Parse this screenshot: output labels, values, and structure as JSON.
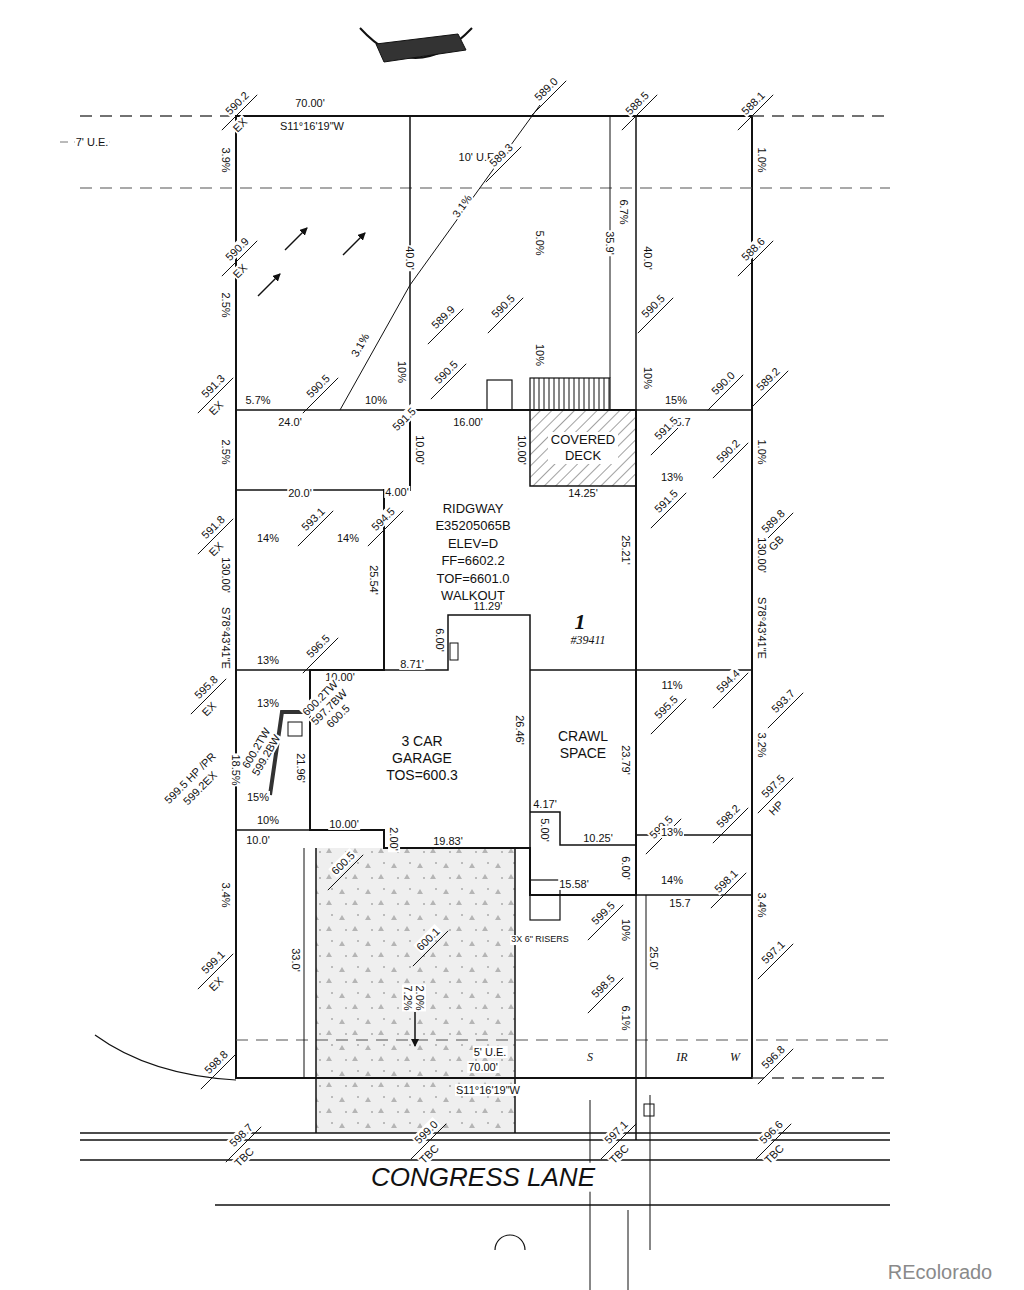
{
  "diagram": {
    "nodes": [
      {
        "text": [
          "RIDGWAY E35205065B ELEV=D FF=6602.2 TOF=6601.0 WALKOUT"
        ]
      },
      {
        "text": [
          "COVERED DECK"
        ]
      },
      {
        "text": [
          "3 CAR GARAGE",
          "TOS=600.3"
        ]
      },
      {
        "text": [
          "CRAWL SPACE"
        ]
      }
    ],
    "labels": [
      "590.2",
      "EX",
      "70.00'",
      "S11°16'19\"W",
      "589.0",
      "588.5",
      "588.1",
      "7' U.E.",
      "10' U.E.",
      "589.3",
      "3.9%",
      "1.0%",
      "3.1%",
      "3.1%",
      "5.0%",
      "35.9'",
      "40.0'",
      "6.7%",
      "40.0'",
      "590.9",
      "EX",
      "588.6",
      "2.5%",
      "589.9",
      "590.5",
      "590.5",
      "591.5",
      "590.5",
      "590.5",
      "10%",
      "10%",
      "10%",
      "5.7%",
      "10%",
      "24.0'",
      "16.00'",
      "15%",
      "15.7",
      "590.0",
      "589.2",
      "591.3",
      "EX",
      "591.5",
      "2.5%",
      "1.0%",
      "10.00'",
      "10.00'",
      "13%",
      "590.2",
      "591.5",
      "20.0'",
      "4.00'",
      "14.25'",
      "589.8",
      "GB",
      "591.8",
      "EX",
      "593.1",
      "594.5",
      "14%",
      "14%",
      "25.54'",
      "25.21'",
      "130.00'",
      "S78°43'41\"E",
      "130.00'",
      "S78°43'41\"E",
      "11.29'",
      "6.00'",
      "1",
      "#39411",
      "596.5",
      "595.8",
      "EX",
      "13%",
      "10.00'",
      "8.71'",
      "11%",
      "594.4",
      "593.7",
      "595.5",
      "26.46'",
      "3.2%",
      "23.79'",
      "13%",
      "600.2TW",
      "597.7BW",
      "600.5",
      "21.96'",
      "600.2TW",
      "599.2BW",
      "18.5%",
      "599.5 HP /PR",
      "599.2EX",
      "15%",
      "10%",
      "10.0'",
      "10.00'",
      "2.00'",
      "19.83'",
      "4.17'",
      "5.00'",
      "10.25'",
      "599.5",
      "13%",
      "598.2",
      "597.5",
      "HP",
      "600.5",
      "6.00'",
      "15.58'",
      "14%",
      "598.1",
      "15.7",
      "3.4%",
      "3.4%",
      "599.5",
      "10%",
      "3X 6\" RISERS",
      "600.1",
      "33.0'",
      "25.0'",
      "599.1",
      "EX",
      "597.1",
      "7.2%",
      "2.0%",
      "598.5",
      "6.1%",
      "5' U.E.",
      "S",
      "IR",
      "W",
      "598.8",
      "596.8",
      "70.00'",
      "S11°16'19\"W",
      "598.7",
      "TBC",
      "599.0",
      "TBC",
      "597.1",
      "TBC",
      "596.6",
      "TBC",
      "CONGRESS LANE",
      "REcolorado"
    ]
  }
}
